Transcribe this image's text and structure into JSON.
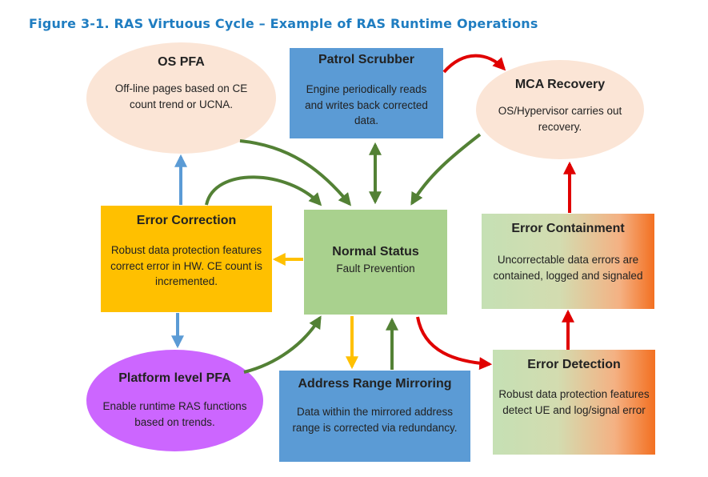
{
  "header": {
    "top_fragment": "",
    "caption": "Figure 3-1. RAS Virtuous Cycle – Example of RAS Runtime Operations"
  },
  "nodes": {
    "os_pfa": {
      "title": "OS PFA",
      "desc": "Off-line pages based on CE count trend or UCNA."
    },
    "patrol_scrubber": {
      "title": "Patrol Scrubber",
      "desc": "Engine periodically reads and writes back corrected data."
    },
    "mca_recovery": {
      "title": "MCA Recovery",
      "desc": "OS/Hypervisor carries out recovery."
    },
    "error_correction": {
      "title": "Error Correction",
      "desc": "Robust data protection features correct error in HW. CE count is incremented."
    },
    "normal_status": {
      "title": "Normal Status",
      "desc": "Fault Prevention"
    },
    "error_containment": {
      "title": "Error Containment",
      "desc": "Uncorrectable data errors are contained, logged and signaled"
    },
    "platform_pfa": {
      "title": "Platform level PFA",
      "desc": "Enable runtime RAS functions based on trends."
    },
    "address_mirroring": {
      "title": "Address Range Mirroring",
      "desc": "Data within the mirrored address range is corrected via redundancy."
    },
    "error_detection": {
      "title": "Error Detection",
      "desc": "Robust data protection features detect UE and log/signal error"
    }
  },
  "colors": {
    "caption_blue": "#1f7dc1",
    "arrow_green": "#538135",
    "arrow_red": "#e00000",
    "arrow_blue": "#5b9bd5",
    "arrow_yellow": "#ffc000"
  }
}
